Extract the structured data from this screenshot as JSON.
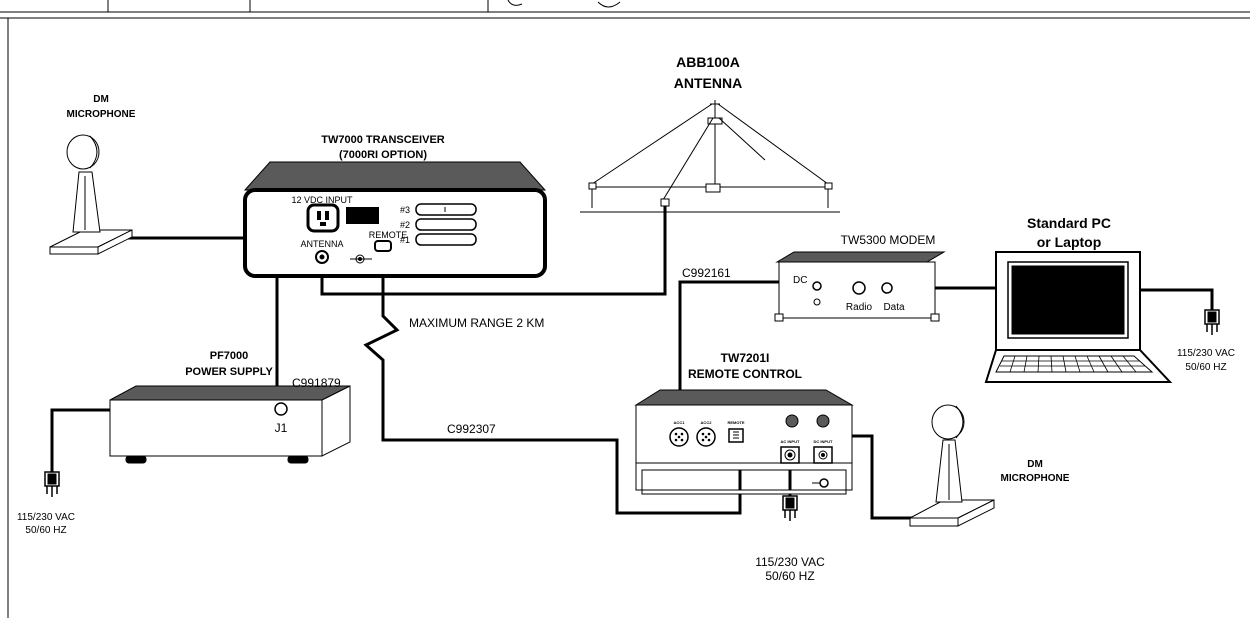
{
  "labels": {
    "antenna_title_1": "ABB100A",
    "antenna_title_2": "ANTENNA",
    "mic_left_1": "DM",
    "mic_left_2": "MICROPHONE",
    "transceiver_1": "TW7000 TRANSCEIVER",
    "transceiver_2": "(7000RI OPTION)",
    "input_12vdc": "12 VDC INPUT",
    "antenna_port": "ANTENNA",
    "remote_port": "REMOTE",
    "slot_3": "#3",
    "slot_2": "#2",
    "slot_1": "#1",
    "modem": "TW5300 MODEM",
    "modem_dc": "DC",
    "modem_radio": "Radio",
    "modem_data": "Data",
    "pc_1": "Standard PC",
    "pc_2": "or Laptop",
    "cable_c992161": "C992161",
    "max_range": "MAXIMUM RANGE 2 KM",
    "psu_1": "PF7000",
    "psu_2": "POWER SUPPLY",
    "psu_jack": "J1",
    "cable_c991879": "C991879",
    "remote_1": "TW7201I",
    "remote_2": "REMOTE CONTROL",
    "acc1": "ACC1",
    "acc2": "ACC2",
    "remote_jack": "REMOTE",
    "ac_input": "AC INPUT",
    "dc_input": "DC INPUT",
    "cable_c992307": "C992307",
    "mic_right_1": "DM",
    "mic_right_2": "MICROPHONE",
    "mains_left_1": "115/230 VAC",
    "mains_left_2": "50/60 HZ",
    "mains_mid_1": "115/230 VAC",
    "mains_mid_2": "50/60 HZ",
    "mains_right_1": "115/230 VAC",
    "mains_right_2": "50/60 HZ"
  },
  "colors": {
    "line": "#000000",
    "device_top": "#5a5a5a",
    "background": "#ffffff"
  }
}
